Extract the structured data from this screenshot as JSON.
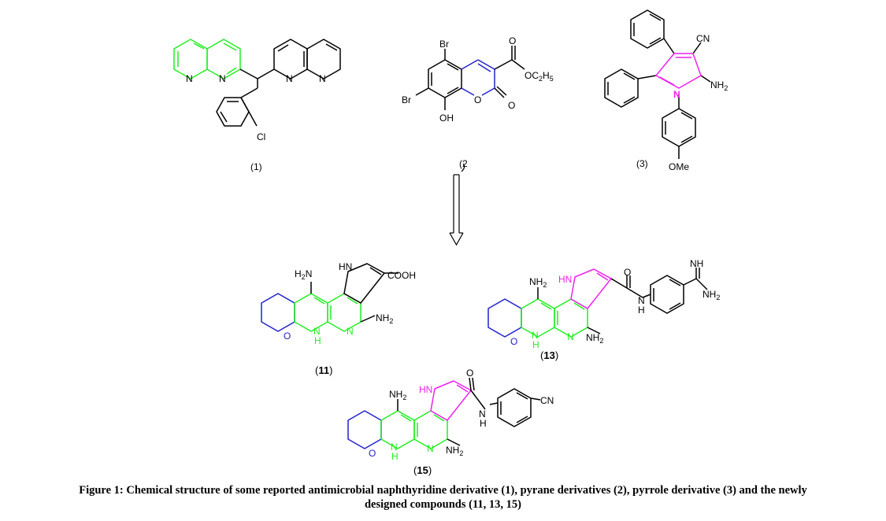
{
  "colors": {
    "naphthyridine": "#22ee22",
    "pyran": "#2222cc",
    "pyrrole": "#ee22ee",
    "bond": "#000000"
  },
  "compound1": {
    "id": "(1)",
    "cl": "Cl",
    "n1": "N",
    "n2": "N",
    "n3": "N",
    "n4": "N"
  },
  "compound2": {
    "id": "(2",
    "br_top": "Br",
    "br_left": "Br",
    "oh": "OH",
    "ring_o": "O",
    "carbonyl_o": "O",
    "ester_o": "O",
    "ester_group": "OC",
    "ester_sub1": "2",
    "ester_tail": "H",
    "ester_sub2": "5"
  },
  "compound3": {
    "id": "(3)",
    "cn": "CN",
    "nh2": "NH",
    "nh2_sub": "2",
    "ring_n": "N",
    "ome": "OMe"
  },
  "compound11": {
    "id_open": "(",
    "id_num": "11",
    "id_close": ")",
    "h2n": "H",
    "h2n_sub": "2",
    "h2n_n": "N",
    "hn": "HN",
    "cooh": "COOH",
    "o": "O",
    "n": "N",
    "h": "H",
    "n_ring": "N",
    "nh2": "NH",
    "nh2_sub": "2"
  },
  "compound13": {
    "id_open": "(",
    "id_num": "13",
    "id_close": ")",
    "nh2_top": "NH",
    "nh2_top_sub": "2",
    "hn": "HN",
    "o_amide": "O",
    "amide_n": "N",
    "amide_h": "H",
    "nh_imine": "NH",
    "nh2_amidine": "NH",
    "nh2_amidine_sub": "2",
    "o": "O",
    "n": "N",
    "h": "H",
    "n_ring": "N",
    "nh2": "NH",
    "nh2_sub": "2"
  },
  "compound15": {
    "id_open": "(",
    "id_num": "15",
    "id_close": ")",
    "nh2_top": "NH",
    "nh2_top_sub": "2",
    "hn": "HN",
    "o_amide": "O",
    "amide_n": "N",
    "amide_h": "H",
    "cn": "CN",
    "o": "O",
    "n": "N",
    "h": "H",
    "n_ring": "N",
    "nh2": "NH",
    "nh2_sub": "2"
  },
  "caption": {
    "line1": "Figure 1: Chemical structure of some reported antimicrobial naphthyridine derivative (1), pyrane derivatives (2), pyrrole derivative (3) and the newly",
    "line2": "designed compounds (11, 13, 15)"
  }
}
